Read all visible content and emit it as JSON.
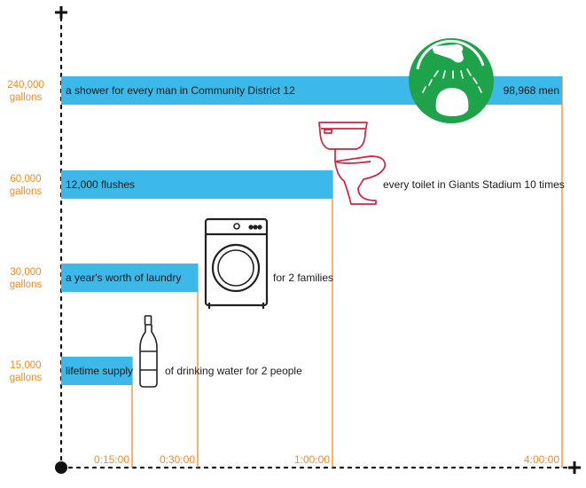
{
  "chart_data": {
    "type": "bar",
    "orientation": "horizontal",
    "x_unit": "time",
    "y_unit": "gallons",
    "grid": false,
    "colors": {
      "bar": "#3cb9e8",
      "leader_line": "#f28c28",
      "axis_label": "#f28c28",
      "axis": "#111111",
      "shower_badge": "#1ea34a",
      "toilet_outline": "#d6203f"
    },
    "x_ticks": [
      "0:15:00",
      "0:30:00",
      "1:00:00",
      "4:00:00"
    ],
    "y_ticks": [
      {
        "value": "15,000",
        "unit": "gallons"
      },
      {
        "value": "30,000",
        "unit": "gallons"
      },
      {
        "value": "60,000",
        "unit": "gallons"
      },
      {
        "value": "240,000",
        "unit": "gallons"
      }
    ],
    "bars": [
      {
        "gallons": 15000,
        "time": "0:15:00",
        "label": "lifetime supply",
        "note": "of drinking water for 2 people",
        "icon": "water-bottle-icon"
      },
      {
        "gallons": 30000,
        "time": "0:30:00",
        "label": "a year's worth of laundry",
        "note": "for 2 families",
        "icon": "washing-machine-icon"
      },
      {
        "gallons": 60000,
        "time": "1:00:00",
        "label": "12,000 flushes",
        "note": "every toilet in Giants Stadium 10 times",
        "icon": "toilet-icon"
      },
      {
        "gallons": 240000,
        "time": "4:00:00",
        "label": "a shower for every man in Community District 12",
        "note": "98,968 men",
        "icon": "shower-icon"
      }
    ]
  }
}
